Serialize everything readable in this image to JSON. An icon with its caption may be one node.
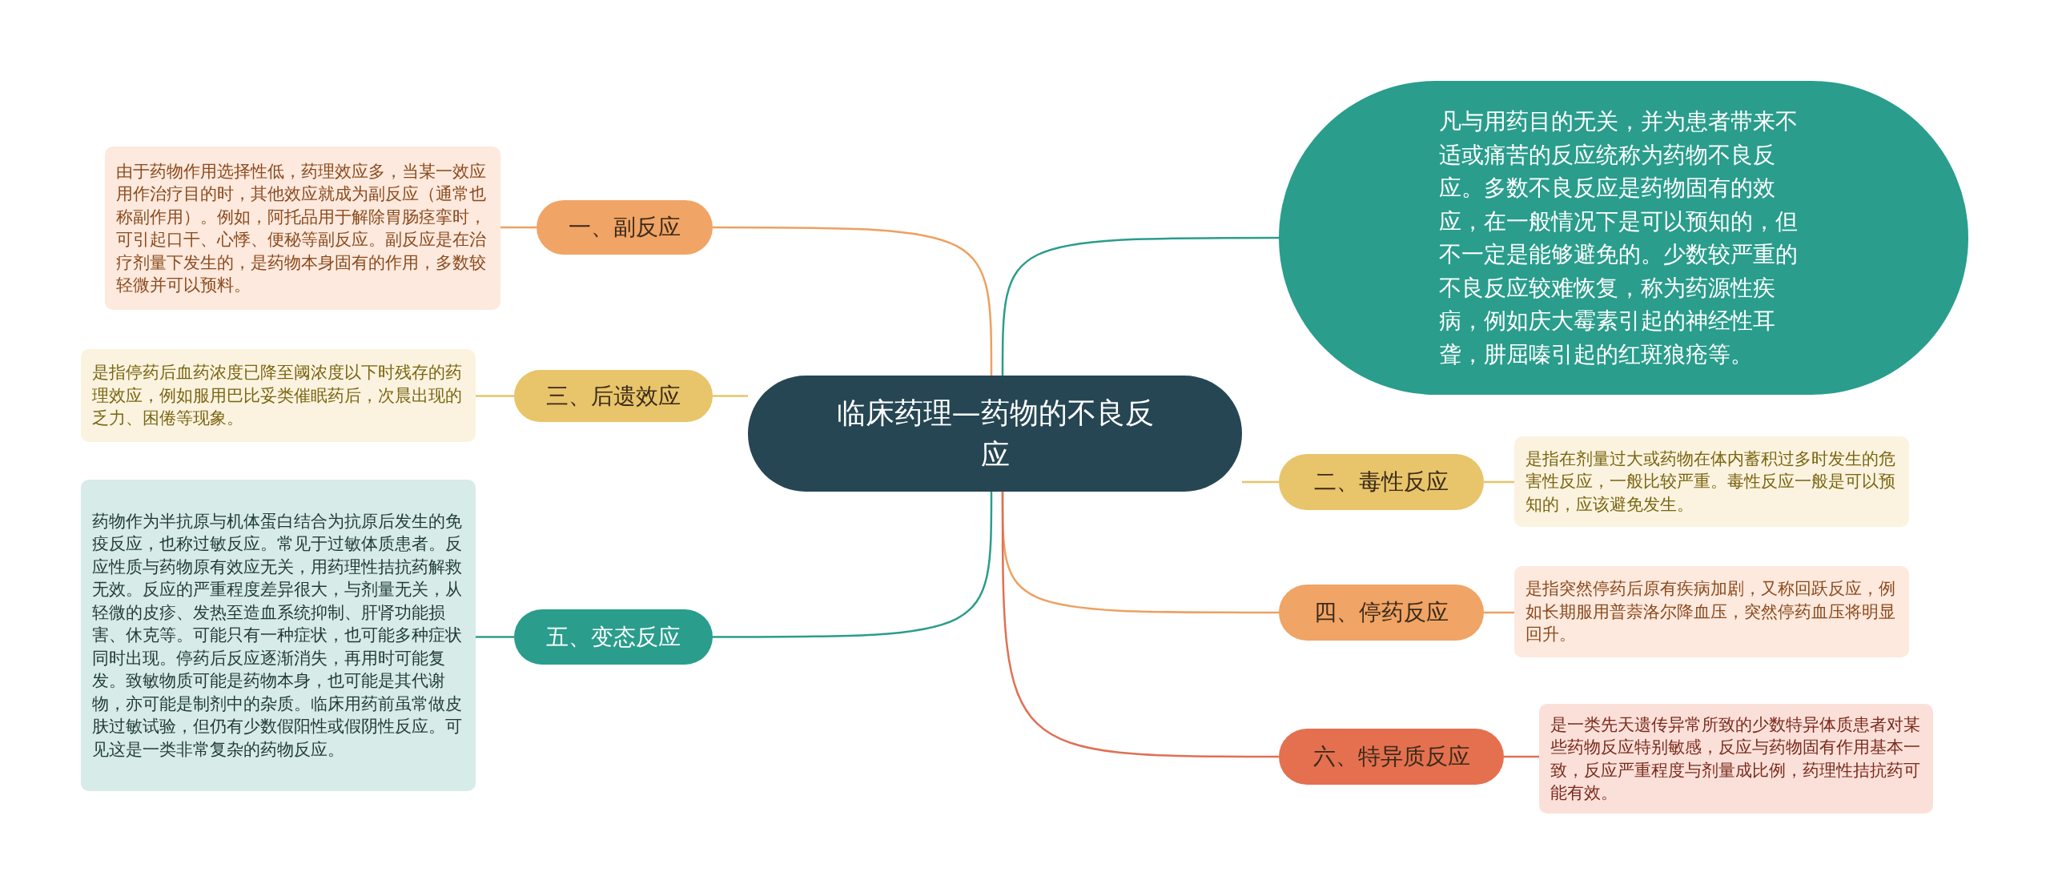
{
  "diagram": {
    "nodes": [
      {
        "text": [
          "临床药理—药物的不良反应"
        ]
      },
      {
        "text": [
          "凡与用药目的无关，并为患者带来不适或痛苦的反应统称为药物不良反应。多数不良反应是药物固有的效应，在一般情况下是可以预知的，但不一定是能够避免的。少数较严重的不良反应较难恢复，称为药源性疾病，例如庆大霉素引起的神经性耳聋，肼屈嗪引起的红斑狼疮等。"
        ]
      },
      {
        "text": [
          "一、副反应"
        ]
      },
      {
        "text": [
          "由于药物作用选择性低，药理效应多，当某一效应用作治疗目的时，其他效应就成为副反应（通常也称副作用）。例如，阿托品用于解除胃肠痉挛时，可引起口干、心悸、便秘等副反应。副反应是在治疗剂量下发生的，是药物本身固有的作用，多数较轻微并可以预料。"
        ]
      },
      {
        "text": [
          "二、毒性反应"
        ]
      },
      {
        "text": [
          "是指在剂量过大或药物在体内蓄积过多时发生的危害性反应，一般比较严重。毒性反应一般是可以预知的，应该避免发生。"
        ]
      },
      {
        "text": [
          "三、后遗效应"
        ]
      },
      {
        "text": [
          "是指停药后血药浓度已降至阈浓度以下时残存的药理效应，例如服用巴比妥类催眠药后，次晨出现的乏力、困倦等现象。"
        ]
      },
      {
        "text": [
          "四、停药反应"
        ]
      },
      {
        "text": [
          "是指突然停药后原有疾病加剧，又称回跃反应，例如长期服用普萘洛尔降血压，突然停药血压将明显回升。"
        ]
      },
      {
        "text": [
          "五、变态反应"
        ]
      },
      {
        "text": [
          "药物作为半抗原与机体蛋白结合为抗原后发生的免疫反应，也称过敏反应。常见于过敏体质患者。反应性质与药物原有效应无关，用药理性拮抗药解救无效。反应的严重程度差异很大，与剂量无关，从轻微的皮疹、发热至造血系统抑制、肝肾功能损害、休克等。可能只有一种症状，也可能多种症状同时出现。停药后反应逐渐消失，再用时可能复发。致敏物质可能是药物本身，也可能是其代谢物，亦可能是制剂中的杂质。临床用药前虽常做皮肤过敏试验，但仍有少数假阳性或假阴性反应。可见这是一类非常复杂的药物反应。"
        ]
      },
      {
        "text": [
          "六、特异质反应"
        ]
      },
      {
        "text": [
          "是一类先天遗传异常所致的少数特异体质患者对某些药物反应特别敏感，反应与药物固有作用基本一致，反应严重程度与剂量成比例，药理性拮抗药可能有效。"
        ]
      }
    ],
    "edges": [
      {
        "from": 0,
        "to": 1,
        "arrow": "none",
        "color": "#2a9d8c"
      },
      {
        "from": 0,
        "to": 2,
        "arrow": "none",
        "color": "#eda060"
      },
      {
        "from": 2,
        "to": 3,
        "arrow": "none",
        "color": "#eda060"
      },
      {
        "from": 0,
        "to": 4,
        "arrow": "none",
        "color": "#e6c46a"
      },
      {
        "from": 4,
        "to": 5,
        "arrow": "none",
        "color": "#e6c46a"
      },
      {
        "from": 0,
        "to": 6,
        "arrow": "none",
        "color": "#e6c46a"
      },
      {
        "from": 6,
        "to": 7,
        "arrow": "none",
        "color": "#e6c46a"
      },
      {
        "from": 0,
        "to": 8,
        "arrow": "none",
        "color": "#eda060"
      },
      {
        "from": 8,
        "to": 9,
        "arrow": "none",
        "color": "#eda060"
      },
      {
        "from": 0,
        "to": 10,
        "arrow": "none",
        "color": "#2a9d8c"
      },
      {
        "from": 10,
        "to": 11,
        "arrow": "none",
        "color": "#2a9d8c"
      },
      {
        "from": 0,
        "to": 12,
        "arrow": "none",
        "color": "#e07055"
      },
      {
        "from": 12,
        "to": 13,
        "arrow": "none",
        "color": "#e07055"
      }
    ]
  }
}
